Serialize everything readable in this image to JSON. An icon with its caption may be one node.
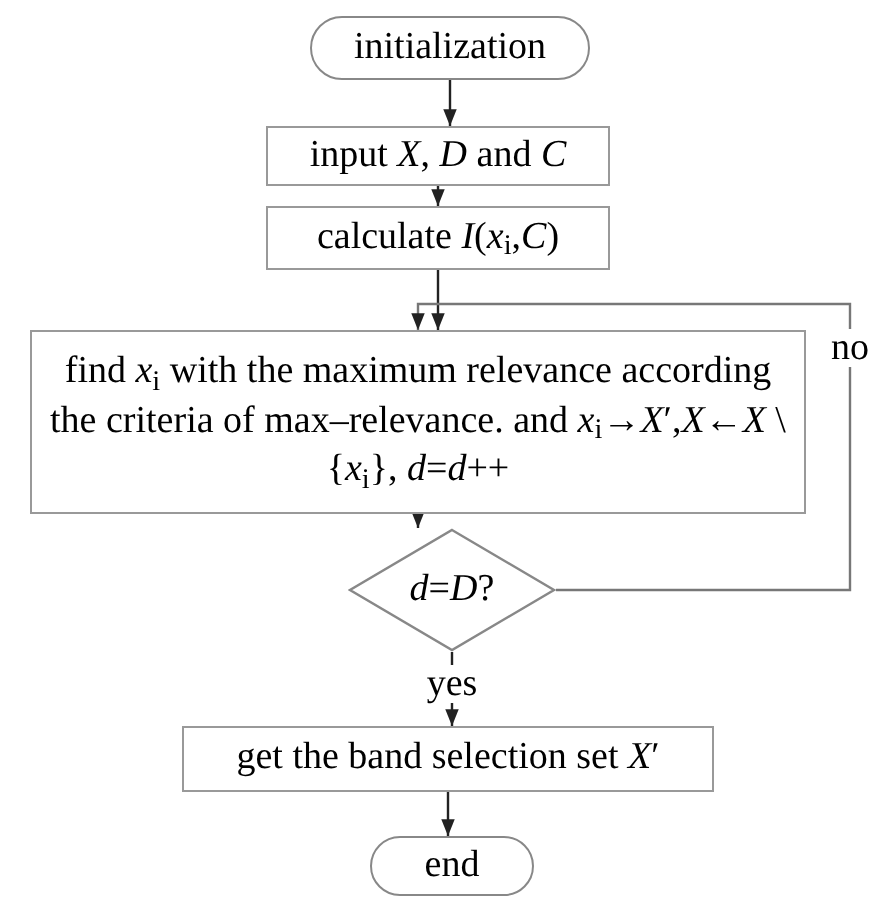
{
  "diagram": {
    "nodes": [
      {
        "text": [
          "initialization"
        ]
      },
      {
        "text": [
          "input *X*, *D* and *C*"
        ]
      },
      {
        "text": [
          "calculate *I*(*x*$_{i}$,*C*)"
        ]
      },
      {
        "text": [
          "find *x*$_{i}$ with the maximum relevance according the criteria of max–relevance. and *x*$_{i}$→*X*′,*X*←*X* \\ {*x*$_{i}$}, *d*=*d*++"
        ]
      },
      {
        "text": [
          "*d*=*D*?"
        ]
      },
      {
        "text": [
          "get the band selection set *X*′"
        ]
      },
      {
        "text": [
          "end"
        ]
      }
    ],
    "edges": [
      {
        "from": 0,
        "to": 1,
        "arrow": "to"
      },
      {
        "from": 1,
        "to": 2,
        "arrow": "to"
      },
      {
        "from": 2,
        "to": 3,
        "arrow": "to"
      },
      {
        "from": 3,
        "to": 4,
        "arrow": "to"
      },
      {
        "from": 4,
        "to": 5,
        "arrow": "to",
        "label": "yes"
      },
      {
        "from": 4,
        "to": 3,
        "arrow": "to",
        "label": "no"
      },
      {
        "from": 5,
        "to": 6,
        "arrow": "to"
      }
    ]
  }
}
